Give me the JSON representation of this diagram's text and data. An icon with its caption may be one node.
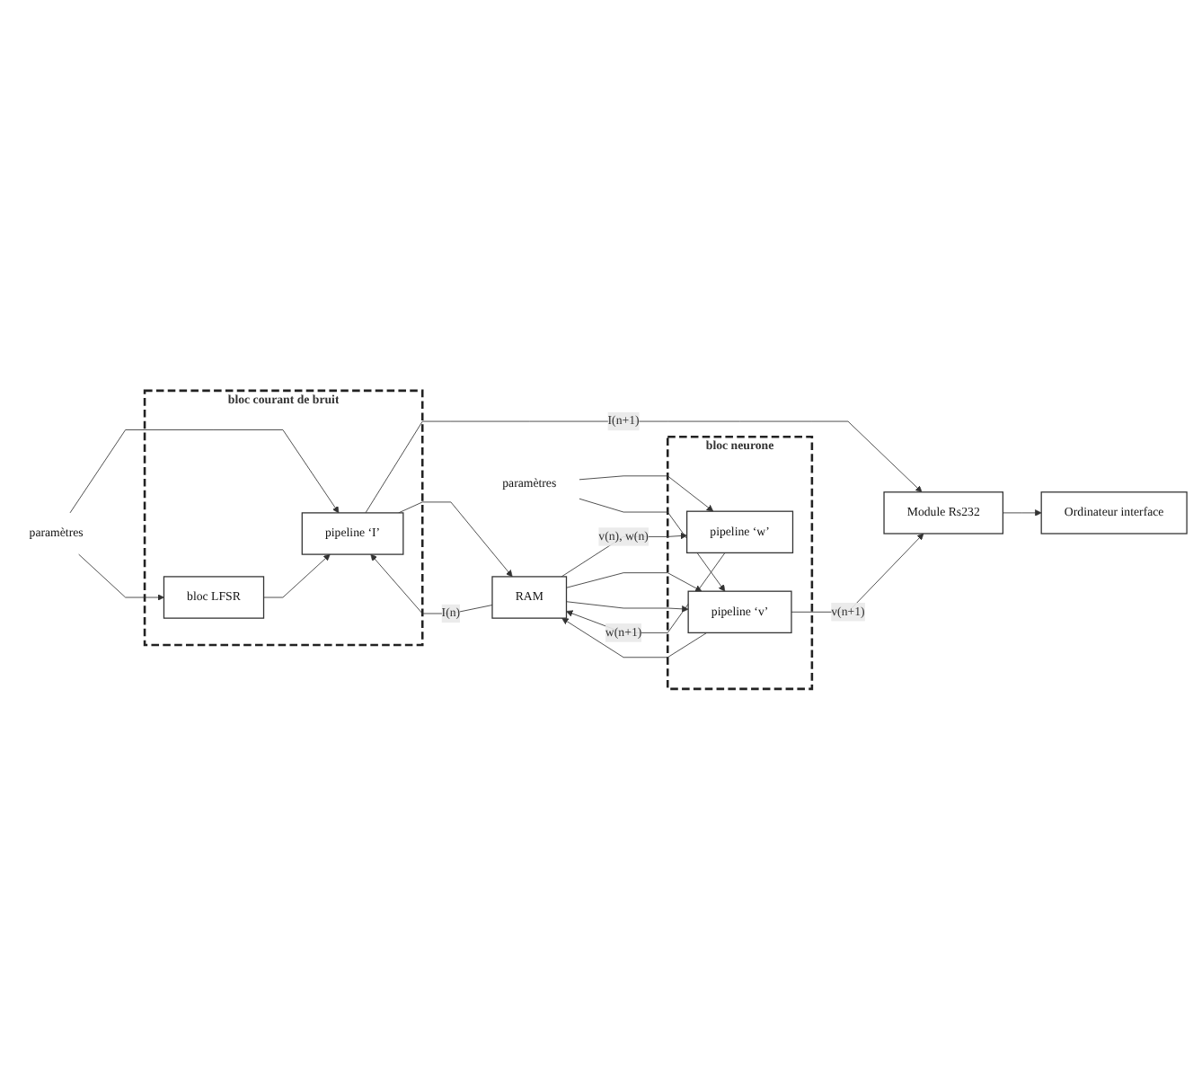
{
  "diagram": {
    "nodes": [
      {
        "text": [
          "bloc courant de bruit"
        ]
      },
      {
        "text": [
          "pipeline ‘I’"
        ],
        "in": 0
      },
      {
        "text": [
          "bloc LFSR"
        ],
        "in": 0
      },
      {
        "text": [
          "bloc neurone"
        ]
      },
      {
        "text": [
          "pipeline ‘w’"
        ],
        "in": 3
      },
      {
        "text": [
          "pipeline ‘v’"
        ],
        "in": 3
      },
      {
        "text": [
          "Ordinateur interface"
        ]
      },
      {
        "text": [
          "Module Rs232"
        ]
      },
      {
        "text": [
          "RAM"
        ]
      },
      {
        "text": [
          "paramètres"
        ]
      },
      {
        "text": [
          "paramètres"
        ]
      }
    ],
    "edges": [
      {
        "from": 9,
        "to": 1,
        "arrow": "to"
      },
      {
        "from": 9,
        "to": 2,
        "arrow": "to"
      },
      {
        "from": 2,
        "to": 1,
        "arrow": "to"
      },
      {
        "from": 1,
        "to": 7,
        "arrow": "to",
        "label": "I(n+1)"
      },
      {
        "from": 1,
        "to": 8,
        "arrow": "to"
      },
      {
        "from": 4,
        "to": 8,
        "arrow": "to",
        "label": "w(n+1)"
      },
      {
        "from": 5,
        "to": 7,
        "arrow": "to",
        "label": "v(n+1)"
      },
      {
        "from": 5,
        "to": 8,
        "arrow": "to"
      },
      {
        "from": 8,
        "to": 4,
        "arrow": "to",
        "label": "v(n), w(n)"
      },
      {
        "from": 8,
        "to": 5,
        "arrow": "to"
      },
      {
        "from": 8,
        "to": 1,
        "arrow": "to",
        "label": "I(n)"
      },
      {
        "from": 8,
        "to": 5,
        "arrow": "to"
      },
      {
        "from": 10,
        "to": 4,
        "arrow": "to"
      },
      {
        "from": 10,
        "to": 5,
        "arrow": "to"
      },
      {
        "from": 7,
        "to": 6,
        "arrow": "to"
      }
    ]
  }
}
